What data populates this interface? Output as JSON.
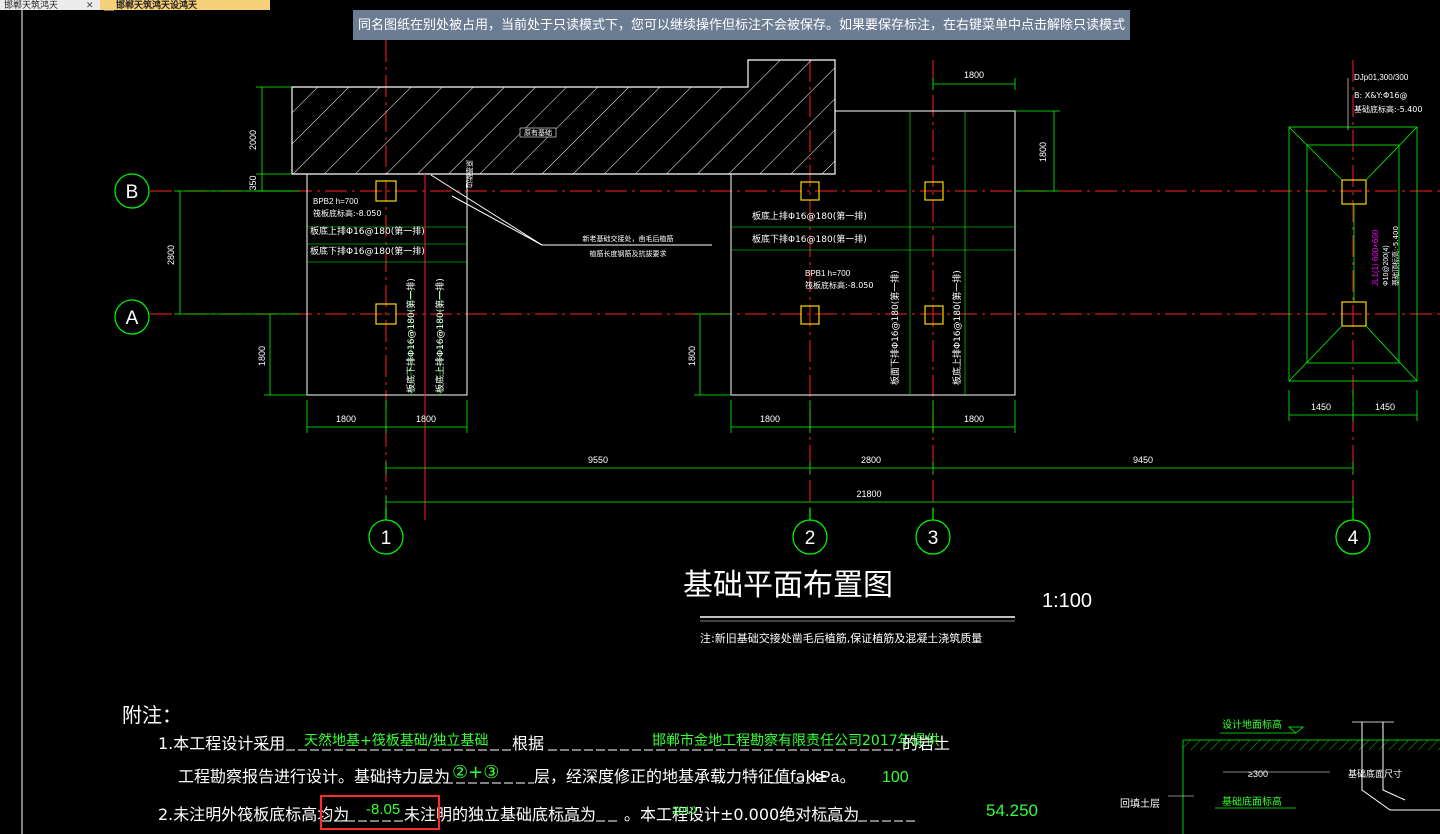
{
  "tabs": [
    {
      "label": "邯郸天筑鸿天"
    },
    {
      "label": "邯郸天筑鸿天设鸿天"
    }
  ],
  "banner": {
    "text": "同名图纸在别处被占用，当前处于只读模式下，您可以继续操作但标注不会被保存。如果要保存标注，在右键菜单中点击解除只读模式"
  },
  "grid": {
    "rows": [
      "B",
      "A"
    ],
    "cols": [
      "1",
      "2",
      "3",
      "4"
    ]
  },
  "dims": {
    "top_1800": "1800",
    "left_2000": "2000",
    "left_350": "350",
    "left_2800": "2800",
    "left_1800": "1800",
    "mid_1800": "1800",
    "right_1800": "1800",
    "b1_1800a": "1800",
    "b1_1800b": "1800",
    "b2_1800a": "1800",
    "b2_1800b": "1800",
    "col4_1450a": "1450",
    "col4_1450b": "1450",
    "span_9550": "9550",
    "span_2800": "2800",
    "span_9450": "9450",
    "total_21800": "21800"
  },
  "labels": {
    "bpb2_title": "BPB2 h=700",
    "bpb2_elev": "筏板底标高:-8.050",
    "bpb2_top": "板底上排Φ16@180(第一排)",
    "bpb2_bot": "板底下排Φ16@180(第一排)",
    "bpb1_title": "BPB1 h=700",
    "bpb1_elev": "筏板底标高:-8.050",
    "bpb1_top": "板底上排Φ16@180(第一排)",
    "bpb1_bot": "板底下排Φ16@180(第一排)",
    "vert_1": "板底下排Φ16@180(第一排)",
    "vert_2": "板底上排Φ16@180(第一排)",
    "vert_3": "板面下排Φ16@180(第一排)",
    "vert_4": "板底上排Φ16@180(第一排)",
    "old_base": "原有基础",
    "old_edge": "原基础边",
    "note_joint_1": "新老基础交接处，凿毛后植筋",
    "note_joint_2": "植筋长度钢筋及抗拔要求",
    "right_info_1": "DJp01,300/300",
    "right_info_2": "B: X&Y:Φ16@",
    "right_info_3": "基础底标高:-5.400",
    "right_vert_1": "JL1(1) 600×600",
    "right_vert_2": "Φ10@200(4)",
    "right_vert_3": "基础顶标高:-5.400"
  },
  "title": {
    "main": "基础平面布置图",
    "scale": "1:100",
    "note": "注:新旧基础交接处凿毛后植筋,保证植筋及混凝土浇筑质量"
  },
  "notes": {
    "heading": "附注：",
    "line1_prefix": "1.本工程设计采用",
    "line1_fill1": "天然地基+筏板基础/独立基础",
    "line1_mid": "根据",
    "line1_fill2": "邯郸市金地工程勘察有限责任公司2017年提供",
    "line1_suffix": "的岩土",
    "line2_prefix": "工程勘察报告进行设计。基础持力层为",
    "line2_fill1": "②+③",
    "line2_mid": "层，经深度修正的地基承载力特征值fak≥",
    "line2_suffix": "kPa。",
    "line2_fill2": "100",
    "line3_prefix": "2.未注明外筏板底标高均为",
    "line3_fill1": "-8.05",
    "line3_mid": "未注明的独立基础底标高为",
    "line3_mid2": "。本工程设计±0.000绝对标高为",
    "line3_fill2": "54.250",
    "line3_overlap": "2010"
  },
  "detail": {
    "design_ground": "设计地面标高",
    "dim_300": "≥300",
    "base_size": "基础底面尺寸",
    "backfill": "回填土层",
    "base_elev": "基础底面标高"
  },
  "colors": {
    "background": "#000000",
    "grid": "#ff0000",
    "outline": "#ffffff",
    "dimension": "#00ff00",
    "text": "#ffffff",
    "highlight": "#ff2a2a",
    "column": "#ffd700",
    "annotation": "#ff00ff",
    "fill_text": "#33ff33",
    "banner": "#6c7d93"
  }
}
